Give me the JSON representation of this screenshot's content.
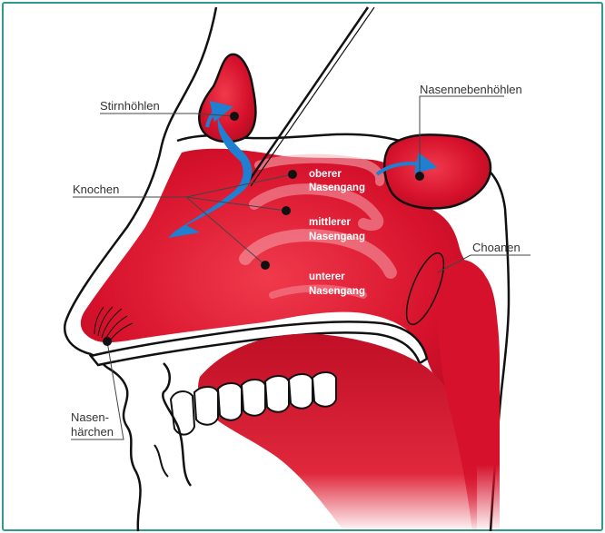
{
  "labels": {
    "stirnhoehlen": "Stirnhöhlen",
    "nasennebenhoehlen": "Nasennebenhöhlen",
    "knochen": "Knochen",
    "choanen": "Choanen",
    "nasenhaerchen_line1": "Nasen-",
    "nasenhaerchen_line2": "härchen",
    "oberer_line1": "oberer",
    "oberer_line2": "Nasengang",
    "mittlerer_line1": "mittlerer",
    "mittlerer_line2": "Nasengang",
    "unterer_line1": "unterer",
    "unterer_line2": "Nasengang"
  },
  "colors": {
    "frame": "#2e9a8f",
    "tissue": "#d6112b",
    "tissue_dark": "#a80d20",
    "tissue_light": "#f04a5a",
    "outline": "#111111",
    "airflow": "#1f7fd0",
    "leader": "#555555",
    "teeth": "#ffffff"
  },
  "icons": {
    "airflow": "airflow-arrow-icon",
    "pointer": "pointer-dot-icon"
  }
}
